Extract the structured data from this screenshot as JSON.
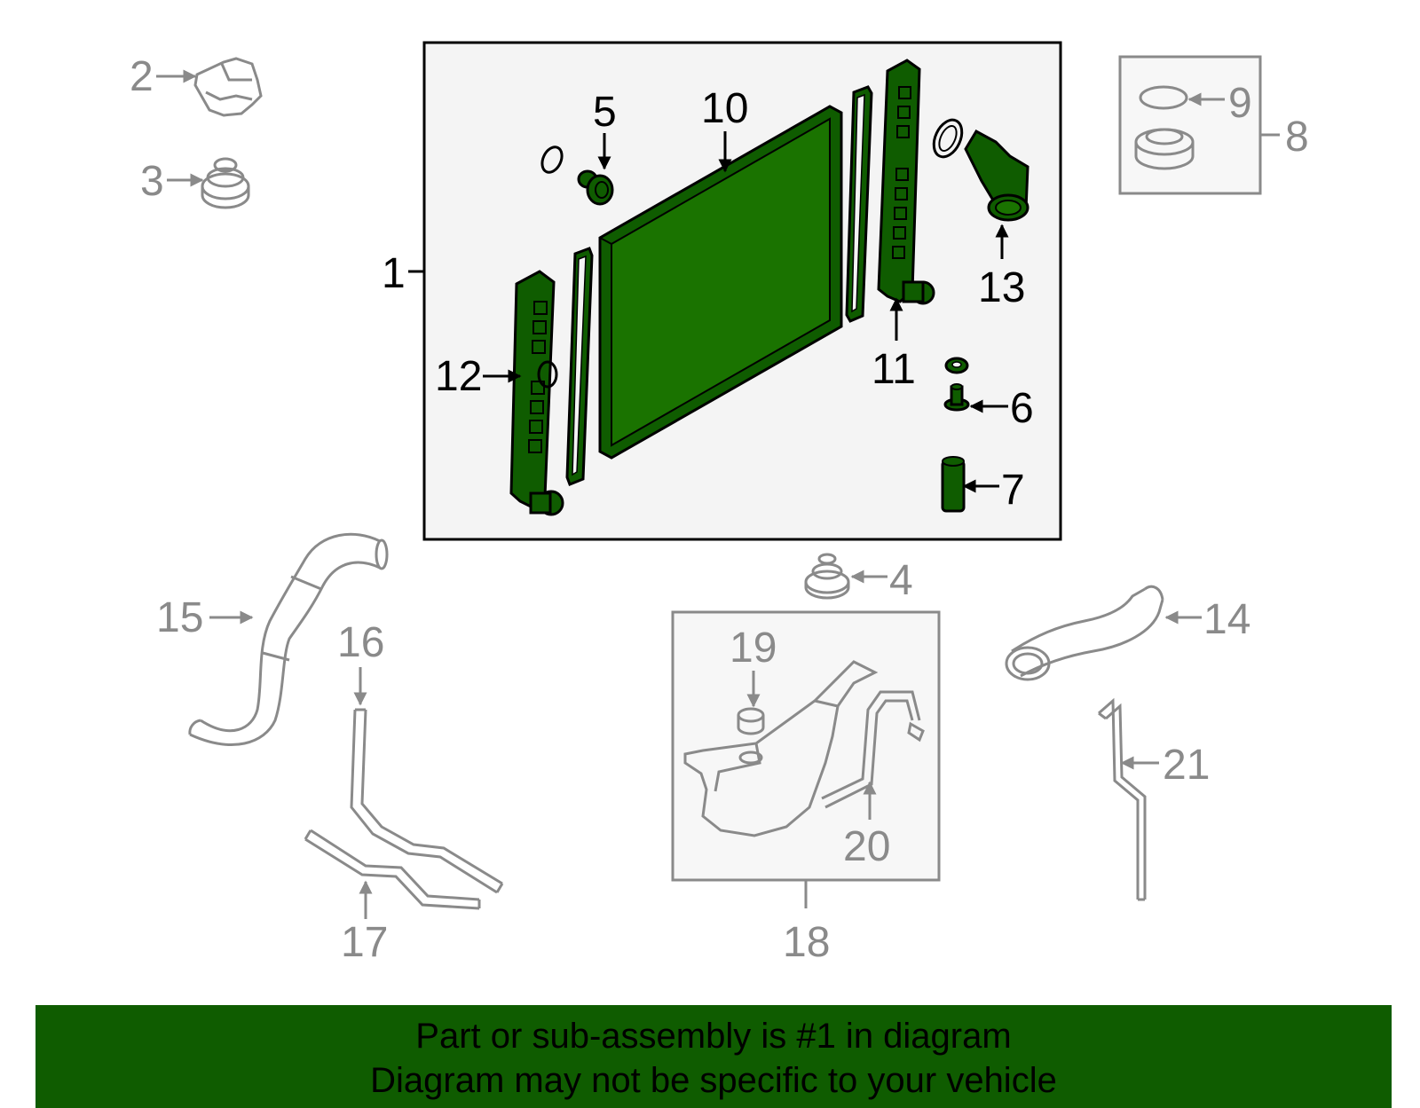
{
  "colors": {
    "highlight_fill": "#0f5c00",
    "highlight_stroke": "#000000",
    "muted_stroke": "#8a8a8a",
    "muted_box_fill": "#f7f7f7",
    "main_box_fill": "#f4f4f4",
    "banner_background": "#0f5c00"
  },
  "callouts": {
    "c1": "1",
    "c2": "2",
    "c3": "3",
    "c4": "4",
    "c5": "5",
    "c6": "6",
    "c7": "7",
    "c8": "8",
    "c9": "9",
    "c10": "10",
    "c11": "11",
    "c12": "12",
    "c13": "13",
    "c14": "14",
    "c15": "15",
    "c16": "16",
    "c17": "17",
    "c18": "18",
    "c19": "19",
    "c20": "20",
    "c21": "21"
  },
  "highlighted_parts": [
    "5",
    "6",
    "7",
    "10",
    "11",
    "12",
    "13"
  ],
  "banner": {
    "line1": "Part or sub-assembly is #1 in diagram",
    "line2": "Diagram may not be specific to your vehicle"
  }
}
